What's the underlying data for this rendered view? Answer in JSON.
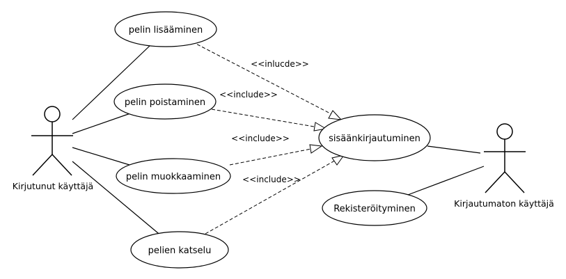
{
  "actors": [
    {
      "id": "kirjautunut",
      "label": "Kirjutunut käyttäjä"
    },
    {
      "id": "kirjautumaton",
      "label": "Kirjautumaton käyttäjä"
    }
  ],
  "use_cases": {
    "lisaaminen": "pelin lisääminen",
    "poistaminen": "pelin poistaminen",
    "muokkaaminen": "pelin muokkaaminen",
    "katselu": "pelien katselu",
    "sisaankirjautuminen": "sisäänkirjautuminen",
    "rekisteroityminen": "Rekisteröityminen"
  },
  "relations": {
    "lisaaminen_include": "<<inlucde>>",
    "poistaminen_include": "<<include>>",
    "muokkaaminen_include": "<<include>>",
    "katselu_include": "<<include>>"
  }
}
